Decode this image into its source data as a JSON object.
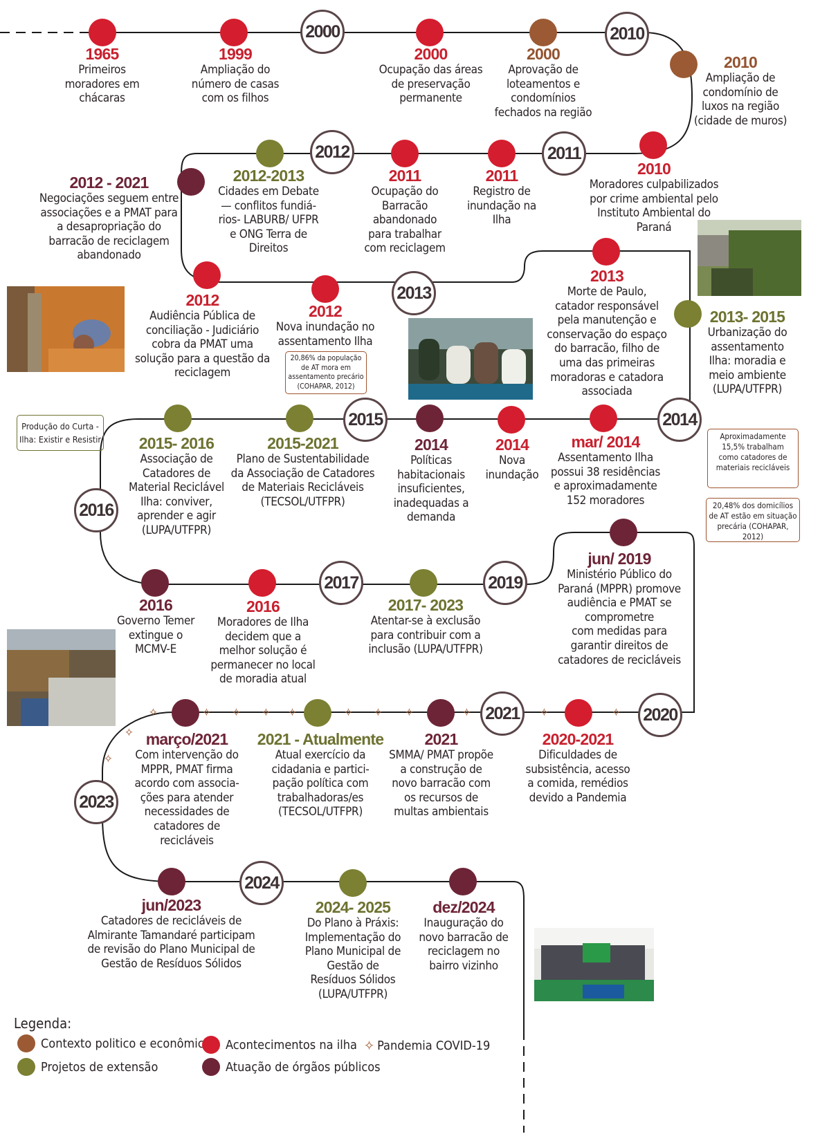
{
  "years": [
    {
      "id": "y2000",
      "label": "2000"
    },
    {
      "id": "y2010",
      "label": "2010"
    },
    {
      "id": "y2011",
      "label": "2011"
    },
    {
      "id": "y2012",
      "label": "2012"
    },
    {
      "id": "y2013",
      "label": "2013"
    },
    {
      "id": "y2014",
      "label": "2014"
    },
    {
      "id": "y2015",
      "label": "2015"
    },
    {
      "id": "y2016",
      "label": "2016"
    },
    {
      "id": "y2017",
      "label": "2017"
    },
    {
      "id": "y2019",
      "label": "2019"
    },
    {
      "id": "y2020",
      "label": "2020"
    },
    {
      "id": "y2021",
      "label": "2021"
    },
    {
      "id": "y2023",
      "label": "2023"
    },
    {
      "id": "y2024",
      "label": "2024"
    }
  ],
  "events": {
    "e1965": {
      "date": "1965",
      "text": "Primeiros\nmoradores em\nchácaras"
    },
    "e1999": {
      "date": "1999",
      "text": "Ampliação do\nnúmero de casas\ncom os filhos"
    },
    "e2000a": {
      "date": "2000",
      "text": "Ocupação das áreas\nde preservação\npermanente"
    },
    "e2000b": {
      "date": "2000",
      "text": "Aprovação de\nloteamentos e\ncondomínios\nfechados na região"
    },
    "e2010a": {
      "date": "2010",
      "text": "Ampliação de\ncondomínio de\nluxos na região\n(cidade de muros)"
    },
    "e2010b": {
      "date": "2010",
      "text": "Moradores culpabilizados\npor crime ambiental pelo\nInstituto Ambiental do\nParaná"
    },
    "e2011a": {
      "date": "2011",
      "text": "Registro de\ninundação na\nIlha"
    },
    "e2011b": {
      "date": "2011",
      "text": "Ocupação do\nBarracão\nabandonado\npara trabalhar\ncom reciclagem"
    },
    "e2012_2013": {
      "date": "2012-2013",
      "text": "Cidades em Debate\n— conflitos fundiá-\nrios- LABURB/ UFPR\ne  ONG Terra de\nDireitos"
    },
    "e2012_2021": {
      "date": "2012 - 2021",
      "text": "Negociações seguem entre\nassociações e a PMAT para\na desapropriação do\nbarracão de reciclagem\nabandonado"
    },
    "e2012a": {
      "date": "2012",
      "text": "Audiência Pública de\nconciliação - Judiciário\ncobra da PMAT uma\nsolução para a questão da\nreciclagem"
    },
    "e2012b": {
      "date": "2012",
      "text": "Nova inundação no\nassentamento Ilha"
    },
    "e2013": {
      "date": "2013",
      "text": "Morte de Paulo,\ncatador responsável\npela manutenção e\nconservação do espaço\ndo barracão, filho de\numa das primeiras\nmoradoras e catadora\nassociada"
    },
    "e2013_2015": {
      "date": "2013- 2015",
      "text": "Urbanização do\nassentamento\nIlha: moradia e\nmeio ambiente\n(LUPA/UTFPR)"
    },
    "emar2014": {
      "date": "mar/ 2014",
      "text": "Assentamento Ilha\npossui 38 residências\ne aproximadamente\n152 moradores"
    },
    "e2014a": {
      "date": "2014",
      "text": "Nova\ninundação"
    },
    "e2014b": {
      "date": "2014",
      "text": "Políticas\nhabitacionais\ninsuficientes,\ninadequadas a\ndemanda"
    },
    "e2015_2021": {
      "date": "2015-2021",
      "text": "Plano de Sustentabilidade\nda Associação de Catadores\nde Materiais Recicláveis\n(TECSOL/UTFPR)"
    },
    "e2015_2016": {
      "date": "2015- 2016",
      "text": "Associação de\nCatadores de\nMaterial Reciclável\nIlha: conviver,\naprender e agir\n(LUPA/UTFPR)"
    },
    "e2016a": {
      "date": "2016",
      "text": "Governo Temer\nextingue o\nMCMV-E"
    },
    "e2016b": {
      "date": "2016",
      "text": "Moradores de Ilha\ndecidem  que a\nmelhor solução é\npermanecer no local\nde moradia atual"
    },
    "e2017_2023": {
      "date": "2017- 2023",
      "text": "Atentar-se à exclusão\npara contribuir com a\ninclusão (LUPA/UTFPR)"
    },
    "ejun2019": {
      "date": "jun/ 2019",
      "text": "Ministério Público do\nParaná (MPPR) promove\naudiência e PMAT se\ncomprometre\ncom medidas para\ngarantir direitos de\ncatadores de recicláveis"
    },
    "e2020_2021": {
      "date": "2020-2021",
      "text": "Dificuldades de\nsubsistência, acesso\na comida, remédios\ndevido a Pandemia"
    },
    "e2021": {
      "date": "2021",
      "text": "SMMA/ PMAT propõe\na construção de\nnovo barracão com\nos recursos de\nmultas ambientais"
    },
    "e2021_atual": {
      "date": "2021 - Atualmente",
      "text": "Atual  exercício da\ncidadania e partici-\npação política com\ntrabalhadoras/es\n(TECSOL/UTFPR)"
    },
    "emar2021": {
      "date": "março/2021",
      "text": "Com intervenção do\nMPPR, PMAT firma\nacordo com associa-\nções para atender\nnecessidades de\ncatadores de\nrecicláveis"
    },
    "ejun2023": {
      "date": "jun/2023",
      "text": "Catadores de recicláveis de\nAlmirante Tamandaré participam\nde revisão do Plano Municipal de\nGestão de Resíduos Sólidos"
    },
    "e2024_2025": {
      "date": "2024- 2025",
      "text": "Do Plano à Práxis:\nImplementação do\nPlano Municipal de\nGestão de\nResíduos Sólidos\n(LUPA/UTFPR)"
    },
    "edez2024": {
      "date": "dez/2024",
      "text": "Inauguração do\nnovo barracão de\nreciclagem no\nbairro vizinho"
    }
  },
  "notes": {
    "n1": "20,86% da população\nde AT mora em\nassentamento precário\n(COHAPAR, 2012)",
    "n2": "Aproximadamente\n15,5%  trabalham\ncomo catadores de\nmateriais recicláveis",
    "n3": "20,48% dos domicílios\nde AT estão em situação\nprecária (COHAPAR, 2012)",
    "n4": "Produção do Curta -\nIlha: Existir e Resistir"
  },
  "legend": {
    "title": "Legenda:",
    "items": {
      "contexto": {
        "label": "Contexto politico e econômico",
        "color": "#9b5a33"
      },
      "acontecimentos": {
        "label": "Acontecimentos na ilha",
        "color": "#d41d2e"
      },
      "pandemia": {
        "label": "Pandemia COVID-19",
        "icon": "star-icon"
      },
      "projetos": {
        "label": "Projetos de extensão",
        "color": "#7b8032"
      },
      "atuacao": {
        "label": "Atuação de órgãos públicos",
        "color": "#6d2437"
      }
    }
  }
}
